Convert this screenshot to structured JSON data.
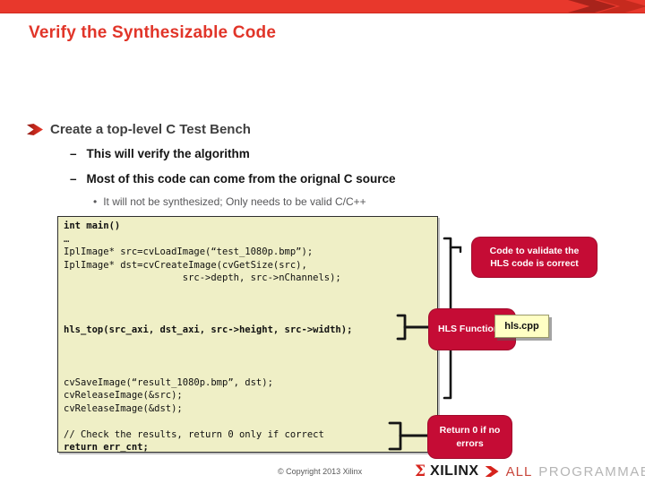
{
  "slide": {
    "title": "Verify the Synthesizable Code",
    "bullet": "Create a top-level C Test Bench",
    "dash_char": "–",
    "dot_char": "•",
    "sub_bullet_1": "This will verify the algorithm",
    "sub_bullet_2": "Most of this code can come from the orignal C source",
    "sub_sub_bullet": "It will not be synthesized; Only needs to be valid C/C++"
  },
  "code": {
    "lines": [
      {
        "text": "int main()",
        "bold": true
      },
      {
        "text": "…",
        "bold": false
      },
      {
        "text": "IplImage* src=cvLoadImage(“test_1080p.bmp”);",
        "bold": false
      },
      {
        "text": "IplImage* dst=cvCreateImage(cvGetSize(src),",
        "bold": false
      },
      {
        "text": "                     src->depth, src->nChannels);",
        "bold": false
      },
      {
        "text": "",
        "bold": false
      },
      {
        "text": "",
        "bold": false
      },
      {
        "text": "",
        "bold": false
      },
      {
        "text": "hls_top(src_axi, dst_axi, src->height, src->width);",
        "bold": true
      },
      {
        "text": "",
        "bold": false
      },
      {
        "text": "",
        "bold": false
      },
      {
        "text": "",
        "bold": false
      },
      {
        "text": "cvSaveImage(“result_1080p.bmp”, dst);",
        "bold": false
      },
      {
        "text": "cvReleaseImage(&src);",
        "bold": false
      },
      {
        "text": "cvReleaseImage(&dst);",
        "bold": false
      },
      {
        "text": "",
        "bold": false
      },
      {
        "text": "// Check the results, return 0 only if correct",
        "bold": false
      },
      {
        "text": "return err_cnt;",
        "bold": true
      }
    ]
  },
  "callouts": {
    "validate": "Code to validate the HLS code is correct",
    "hls_function": "HLS Function",
    "hls_file": "hls.cpp",
    "return_zero": "Return 0 if no errors"
  },
  "footer": {
    "copyright": "© Copyright 2013 Xilinx",
    "logo_sigma": "Σ",
    "logo_name": "XILINX",
    "tagline_all": "ALL",
    "tagline_programmable": "PROGRAMMABLE."
  },
  "colors": {
    "banner_red": "#E8382C",
    "title_red": "#E13529",
    "callout_crimson": "#C50C35",
    "code_background": "#EFEFC6",
    "note_yellow": "#FFFFC4"
  }
}
